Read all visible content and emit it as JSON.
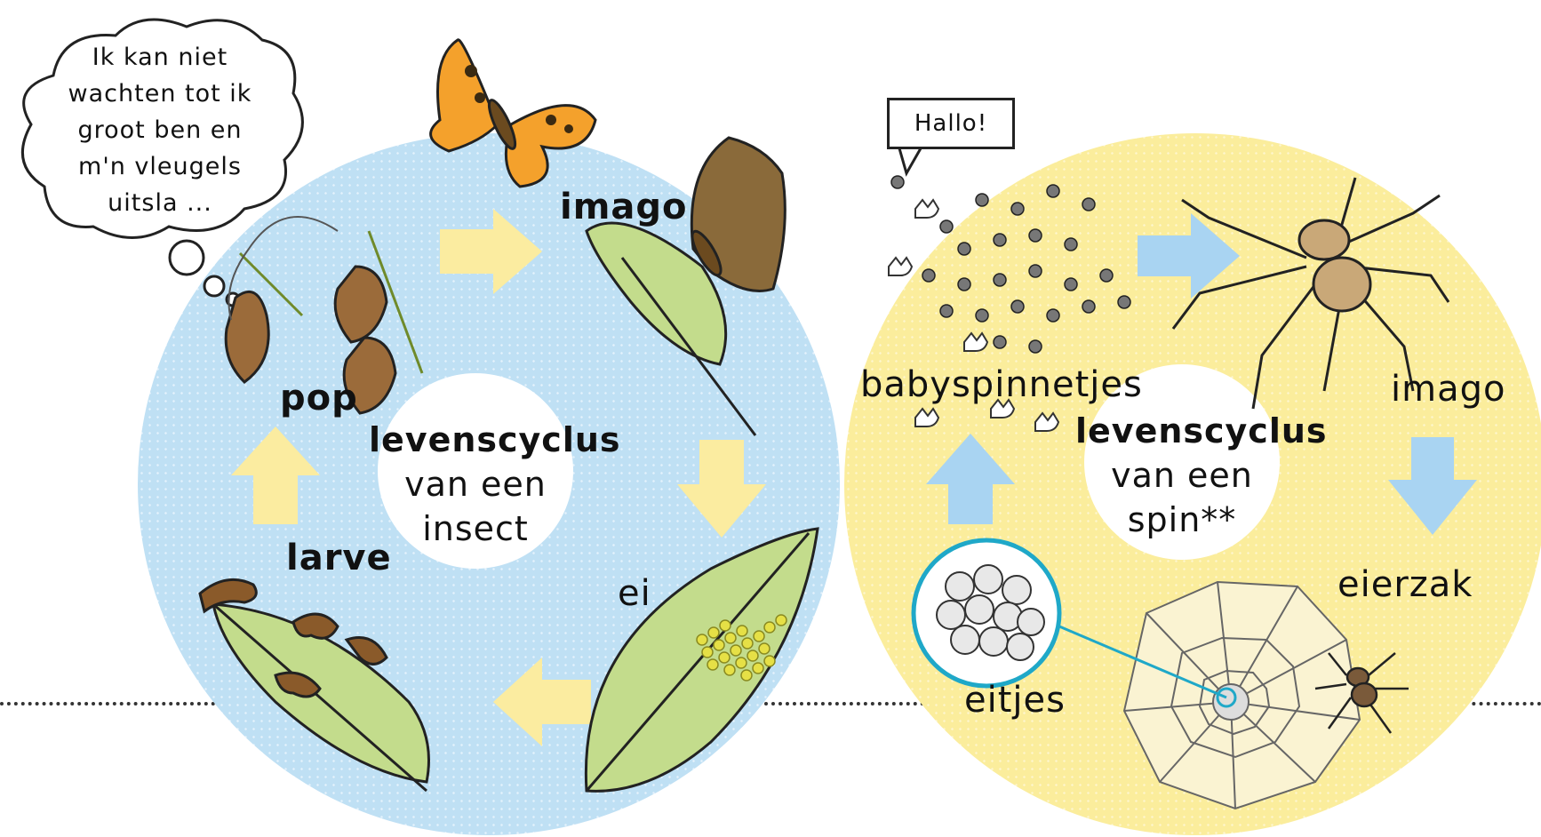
{
  "insect_cycle": {
    "hub": [
      "levenscyclus",
      "van een",
      "insect"
    ],
    "stages": {
      "imago": "imago",
      "ei": "ei",
      "larve": "larve",
      "pop": "pop"
    },
    "thought_bubble": [
      "Ik kan niet",
      "wachten tot ik",
      "groot ben en",
      "m'n vleugels",
      "uitsla ..."
    ]
  },
  "spider_cycle": {
    "hub": [
      "levenscyclus",
      "van een",
      "spin**"
    ],
    "stages": {
      "babyspinnetjes": "babyspinnetjes",
      "imago": "imago",
      "eierzak": "eierzak",
      "eitjes": "eitjes"
    },
    "speech_bubble": "Hallo!"
  },
  "colors": {
    "insect_disc": "#bfe0f4",
    "spider_disc": "#fbed9c",
    "insect_arrow": "#fbeca0",
    "spider_arrow": "#a9d4f2"
  }
}
